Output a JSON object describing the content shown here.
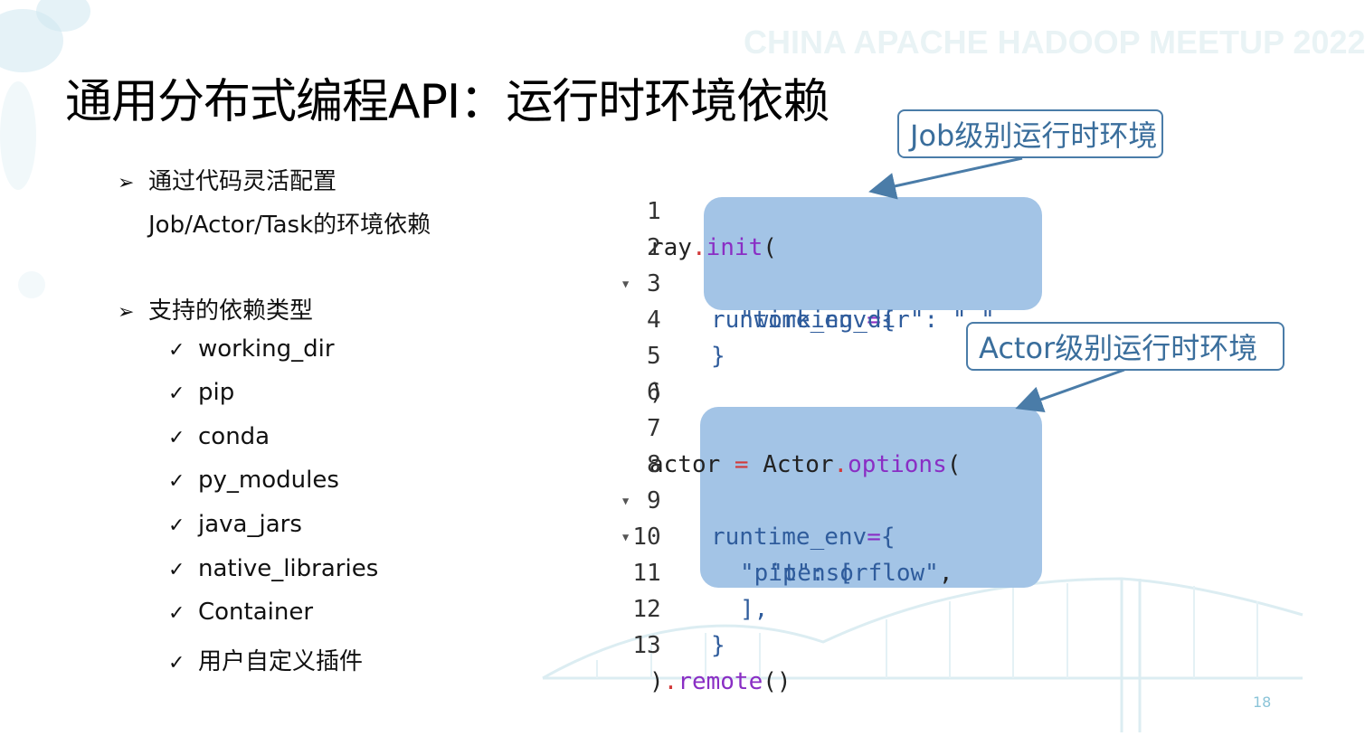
{
  "watermark": "CHINA APACHE HADOOP MEETUP 2022",
  "title": "通用分布式编程API：运行时环境依赖",
  "bullets": {
    "first_line1": "通过代码灵活配置",
    "first_line2": "Job/Actor/Task的环境依赖",
    "second": "支持的依赖类型",
    "bullet_symbol": "➢",
    "check_symbol": "✓",
    "dependency_types": [
      "working_dir",
      "pip",
      "conda",
      "py_modules",
      "java_jars",
      "native_libraries",
      "Container",
      "用户自定义插件"
    ]
  },
  "code": {
    "line_numbers": [
      "1",
      "2",
      "3",
      "4",
      "5",
      "6",
      "7",
      "8",
      "9",
      "10",
      "11",
      "12",
      "13"
    ],
    "line1": {
      "a": "ray",
      "dot": ".",
      "fn": "init",
      "b": "("
    },
    "line2": {
      "a": "runtime_env",
      "op": "=",
      "b": "{"
    },
    "line3": {
      "a": "\"working_dir\"",
      "b": ": ",
      "c": "\".\"",
      "d": ","
    },
    "line4": {
      "a": "}"
    },
    "line5": {
      "a": ")"
    },
    "line7": {
      "a": "actor ",
      "eq": "=",
      "b": " Actor",
      "dot": ".",
      "fn": "options",
      "c": "("
    },
    "line8": {
      "a": "runtime_env",
      "op": "=",
      "b": "{"
    },
    "line9": {
      "a": "\"pip\"",
      "b": ": ["
    },
    "line10": {
      "a": "\"tensorflow\"",
      "b": ","
    },
    "line11": {
      "a": "],"
    },
    "line12": {
      "a": "}"
    },
    "line13": {
      "a": ")",
      "dot": ".",
      "fn": "remote",
      "b": "()"
    }
  },
  "callouts": {
    "job": "Job级别运行时环境",
    "actor": "Actor级别运行时环境"
  },
  "page_number": "18",
  "colors": {
    "highlight": "#a3c4e6",
    "callout_border": "#4a7ca8",
    "callout_text": "#3a6e9c"
  }
}
